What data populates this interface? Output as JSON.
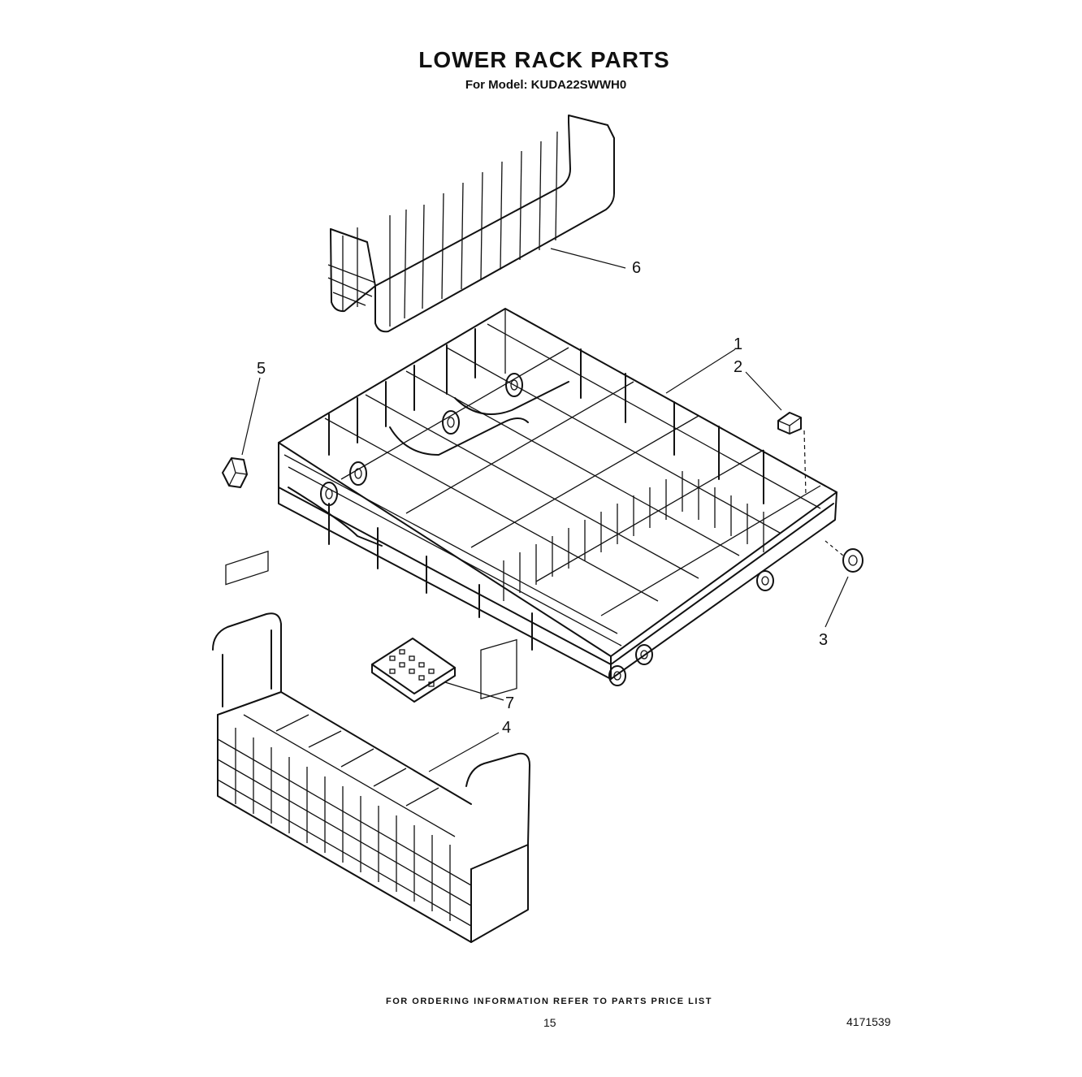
{
  "header": {
    "title": "LOWER RACK PARTS",
    "subtitle": "For Model: KUDA22SWWH0"
  },
  "callouts": [
    {
      "number": "1",
      "part": "lower-rack"
    },
    {
      "number": "2",
      "part": "rack-clip"
    },
    {
      "number": "3",
      "part": "rack-wheel"
    },
    {
      "number": "4",
      "part": "silverware-basket"
    },
    {
      "number": "5",
      "part": "tine-clip"
    },
    {
      "number": "6",
      "part": "tine-row-insert"
    },
    {
      "number": "7",
      "part": "basket-cover"
    }
  ],
  "footer": {
    "note": "FOR ORDERING INFORMATION REFER TO PARTS PRICE LIST",
    "page_number": "15",
    "doc_id": "4171539"
  }
}
